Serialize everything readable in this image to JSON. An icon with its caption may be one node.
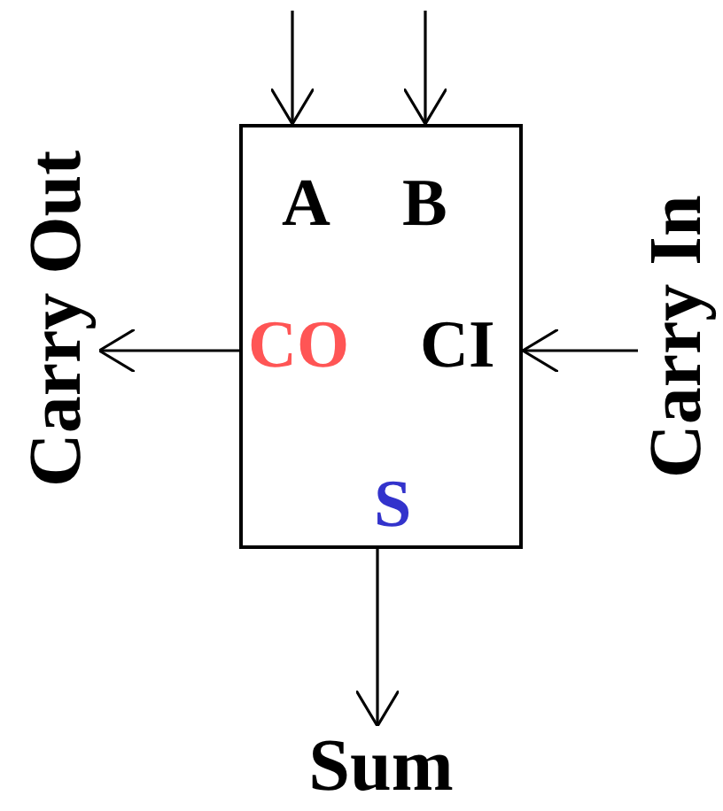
{
  "diagram": {
    "nodes": [
      {
        "text": [
          "A",
          "B",
          "CO",
          "CI",
          "S"
        ]
      },
      {
        "text": [
          "Carry Out"
        ]
      },
      {
        "text": [
          "Carry In"
        ]
      },
      {
        "text": [
          "Sum"
        ]
      }
    ],
    "edges": [
      {
        "from": null,
        "to": 0,
        "arrow": "to"
      },
      {
        "from": null,
        "to": 0,
        "arrow": "to"
      },
      {
        "from": 0,
        "to": 1,
        "arrow": "to"
      },
      {
        "from": 2,
        "to": 0,
        "arrow": "to"
      },
      {
        "from": 0,
        "to": 3,
        "arrow": "to"
      }
    ]
  }
}
